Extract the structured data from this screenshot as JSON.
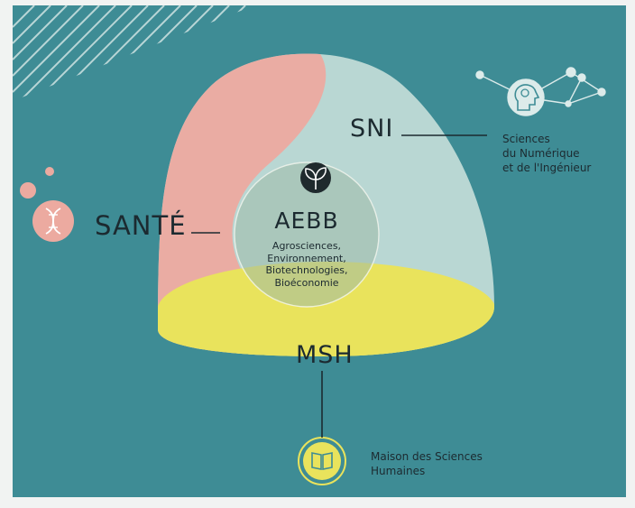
{
  "domains": {
    "sante": {
      "label": "SANTÉ"
    },
    "sni": {
      "label": "SNI",
      "lines": [
        "Sciences",
        "du Numérique",
        "et de l'Ingénieur"
      ]
    },
    "msh": {
      "label": "MSH",
      "lines": [
        "Maison des Sciences",
        "Humaines"
      ]
    },
    "aebb": {
      "label": "AEBB",
      "lines": [
        "Agrosciences,",
        "Environnement,",
        "Biotechnologies,",
        "Bioéconomie"
      ]
    }
  },
  "icons": [
    "sprout-icon",
    "brain-head-icon",
    "dna-icon",
    "book-icon"
  ],
  "colors": {
    "background": "#3e8c95",
    "sante": "#ecaaa0",
    "sni": "#b9d7d3",
    "msh": "#e9e35c",
    "center": "#9fb9a8",
    "text": "#1c2a30"
  }
}
